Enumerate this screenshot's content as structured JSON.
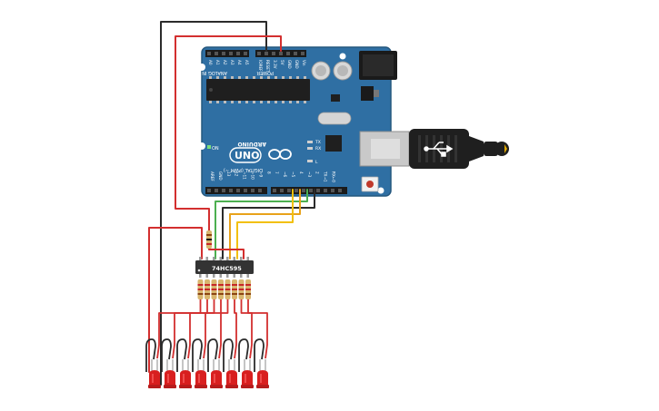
{
  "arduino": {
    "brand": "ARDUINO",
    "model": "UNO",
    "power_header_label": "POWER",
    "analog_header_label": "ANALOG IN",
    "digital_header_label": "DIGITAL (PWM ~)",
    "on_label": "ON",
    "tx_label": "TX",
    "rx_label": "RX",
    "l_label": "L",
    "power_pins": [
      "IOREF",
      "RESET",
      "3.3V",
      "5V",
      "GND",
      "GND",
      "Vin"
    ],
    "analog_pins": [
      "A0",
      "A1",
      "A2",
      "A3",
      "A4",
      "A5"
    ],
    "digital_pins": [
      "AREF",
      "GND",
      "13",
      "12",
      "~11",
      "~10",
      "~9",
      "8",
      "7",
      "~6",
      "~5",
      "4",
      "~3",
      "2",
      "TX→1",
      "RX←0"
    ]
  },
  "shift_register": {
    "label": "74HC595"
  },
  "led_count": 8,
  "colors": {
    "board": "#2f6fa3",
    "board_dark": "#25587f",
    "wire_red": "#d32f2f",
    "wire_black": "#2b2b2b",
    "wire_green": "#4caf50",
    "wire_yellow": "#f2c00c",
    "wire_orange": "#e8a21a",
    "led_red": "#d81f1f",
    "chip": "#333333"
  }
}
